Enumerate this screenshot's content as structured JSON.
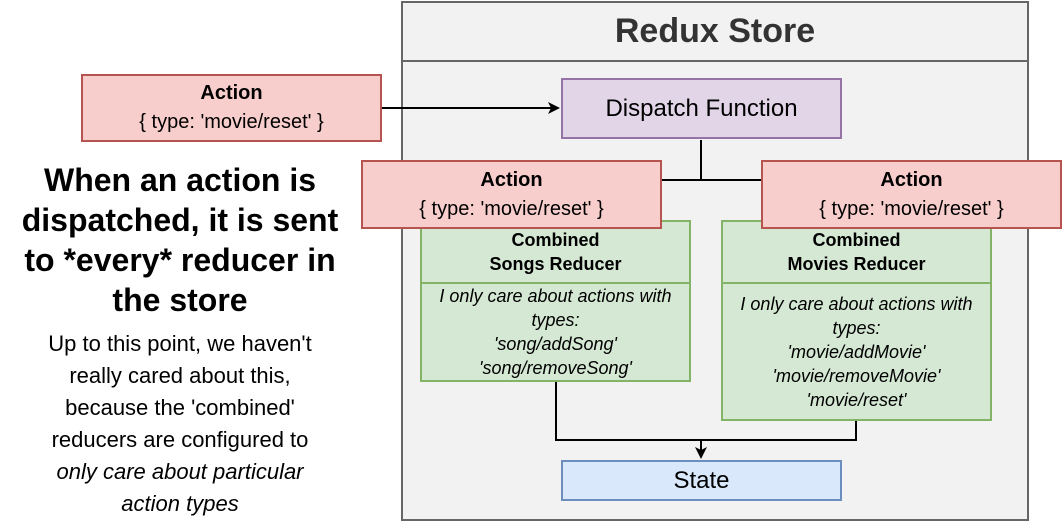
{
  "store": {
    "title": "Redux Store"
  },
  "incoming_action": {
    "title": "Action",
    "payload": "{ type: 'movie/reset' }"
  },
  "dispatch": {
    "label": "Dispatch Function"
  },
  "action_left": {
    "title": "Action",
    "payload": "{ type: 'movie/reset' }"
  },
  "action_right": {
    "title": "Action",
    "payload": "{ type: 'movie/reset' }"
  },
  "songs_reducer": {
    "title_line1": "Combined",
    "title_line2": "Songs Reducer",
    "body": [
      "I only care about actions with",
      "types:",
      "'song/addSong'",
      "'song/removeSong'"
    ]
  },
  "movies_reducer": {
    "title_line1": "Combined",
    "title_line2": "Movies Reducer",
    "body": [
      "I only care about actions with",
      "types:",
      "'movie/addMovie'",
      "'movie/removeMovie'",
      "'movie/reset'"
    ]
  },
  "state": {
    "label": "State"
  },
  "explanation": {
    "headline": [
      "When an action is",
      "dispatched, it is sent",
      "to *every* reducer in",
      "the store"
    ],
    "paragraph": [
      "Up to this point, we haven't",
      "really cared about this,",
      "because the 'combined'",
      "reducers are configured to"
    ],
    "paragraph_italic": [
      "only care about particular",
      "action types"
    ]
  },
  "colors": {
    "action_fill": "#f8cecc",
    "action_stroke": "#b85450",
    "dispatch_fill": "#e1d5e7",
    "dispatch_stroke": "#9673a6",
    "reducer_fill": "#d5e8d4",
    "reducer_stroke": "#82b366",
    "state_fill": "#dae8fc",
    "state_stroke": "#6c8ebf",
    "store_fill": "#f2f2f2",
    "store_stroke": "#666666"
  }
}
